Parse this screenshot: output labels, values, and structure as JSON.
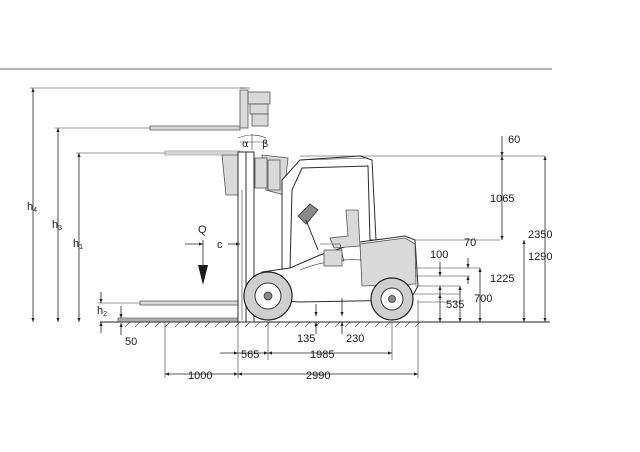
{
  "symbols": {
    "h1": {
      "base": "h",
      "sub": "1"
    },
    "h2": {
      "base": "h",
      "sub": "2"
    },
    "h3": {
      "base": "h",
      "sub": "3"
    },
    "h4": {
      "base": "h",
      "sub": "4"
    },
    "Q": "Q",
    "c": "c",
    "alpha": "α",
    "beta": "β"
  },
  "dimensions": {
    "d60": "60",
    "d1065": "1065",
    "d2350": "2350",
    "d70": "70",
    "d1290": "1290",
    "d100": "100",
    "d1225": "1225",
    "d700": "700",
    "d535": "535",
    "d50": "50",
    "d135": "135",
    "d230": "230",
    "d565": "565",
    "d1985": "1985",
    "d1000": "1000",
    "d2990": "2990"
  }
}
